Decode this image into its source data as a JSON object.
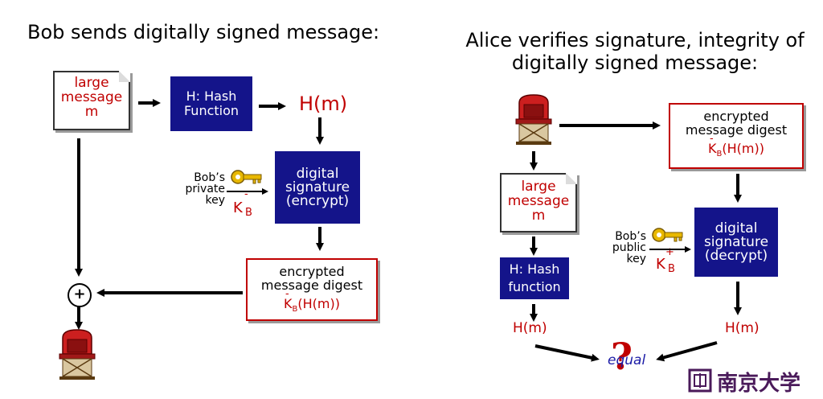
{
  "left": {
    "title": "Bob sends digitally signed message:",
    "doc_lines": [
      "large",
      "message",
      "m"
    ],
    "hash_box": [
      "H: Hash",
      "Function"
    ],
    "hm_label": "H(m)",
    "sig_box": [
      "digital",
      "signature",
      "(encrypt)"
    ],
    "key_label": [
      "Bob’s",
      "private",
      "key"
    ],
    "key_symbol": "K",
    "key_sub": "B",
    "key_sup": "-",
    "digest_box": [
      "encrypted",
      "message digest"
    ],
    "digest_formula": "K",
    "digest_formula_sub": "B",
    "digest_formula_rest": "(H(m))",
    "plus_symbol": "+"
  },
  "right": {
    "title_line1": "Alice verifies signature, integrity of",
    "title_line2": "digitally signed message:",
    "digest_box": [
      "encrypted",
      "message digest"
    ],
    "digest_formula": "K",
    "digest_formula_sub": "B",
    "digest_formula_rest": "(H(m))",
    "doc_lines": [
      "large",
      "message",
      "m"
    ],
    "sig_box": [
      "digital",
      "signature",
      "(decrypt)"
    ],
    "key_label": [
      "Bob’s",
      "public",
      "key"
    ],
    "key_symbol": "K",
    "key_sub": "B",
    "key_sup": "+",
    "hash_box": [
      "H: Hash",
      "function"
    ],
    "hm_left": "H(m)",
    "hm_right": "H(m)",
    "equal_label": "equal",
    "question_mark": "?"
  },
  "logo_text": "南京大学",
  "colors": {
    "blue_box": "#14148a",
    "red_text": "#c00000",
    "mailbox_red": "#cc1f1f",
    "key_gold": "#e8b800"
  }
}
